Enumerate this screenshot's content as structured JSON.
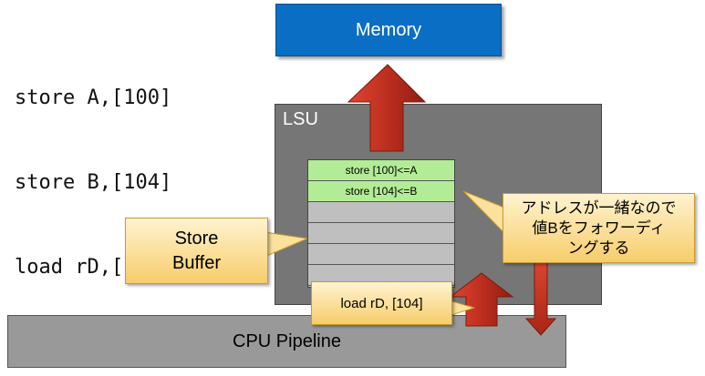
{
  "code_lines": [
    "store A,[100]",
    "store B,[104]",
    "load rD,[104]"
  ],
  "memory": {
    "label": "Memory"
  },
  "lsu": {
    "label": "LSU"
  },
  "cpu_pipeline": {
    "label": "CPU Pipeline"
  },
  "store_buffer": {
    "entries": [
      "store [100]<=A",
      "store [104]<=B",
      "",
      "",
      "",
      "",
      ""
    ]
  },
  "callouts": {
    "store_buffer": [
      "Store",
      "Buffer"
    ],
    "forwarding": [
      "アドレスが一緒なので",
      "値Bをフォワーディ",
      "ングする"
    ],
    "load": "load rD, [104]"
  },
  "colors": {
    "memory": "#0a6fc4",
    "lsu": "#767676",
    "cpu_pipeline": "#999999",
    "buffer_entry_filled": "#b3ec96",
    "buffer_entry_empty": "#bfbfbf",
    "arrow": "#b52a1c",
    "callout": "#f7cd6b"
  }
}
